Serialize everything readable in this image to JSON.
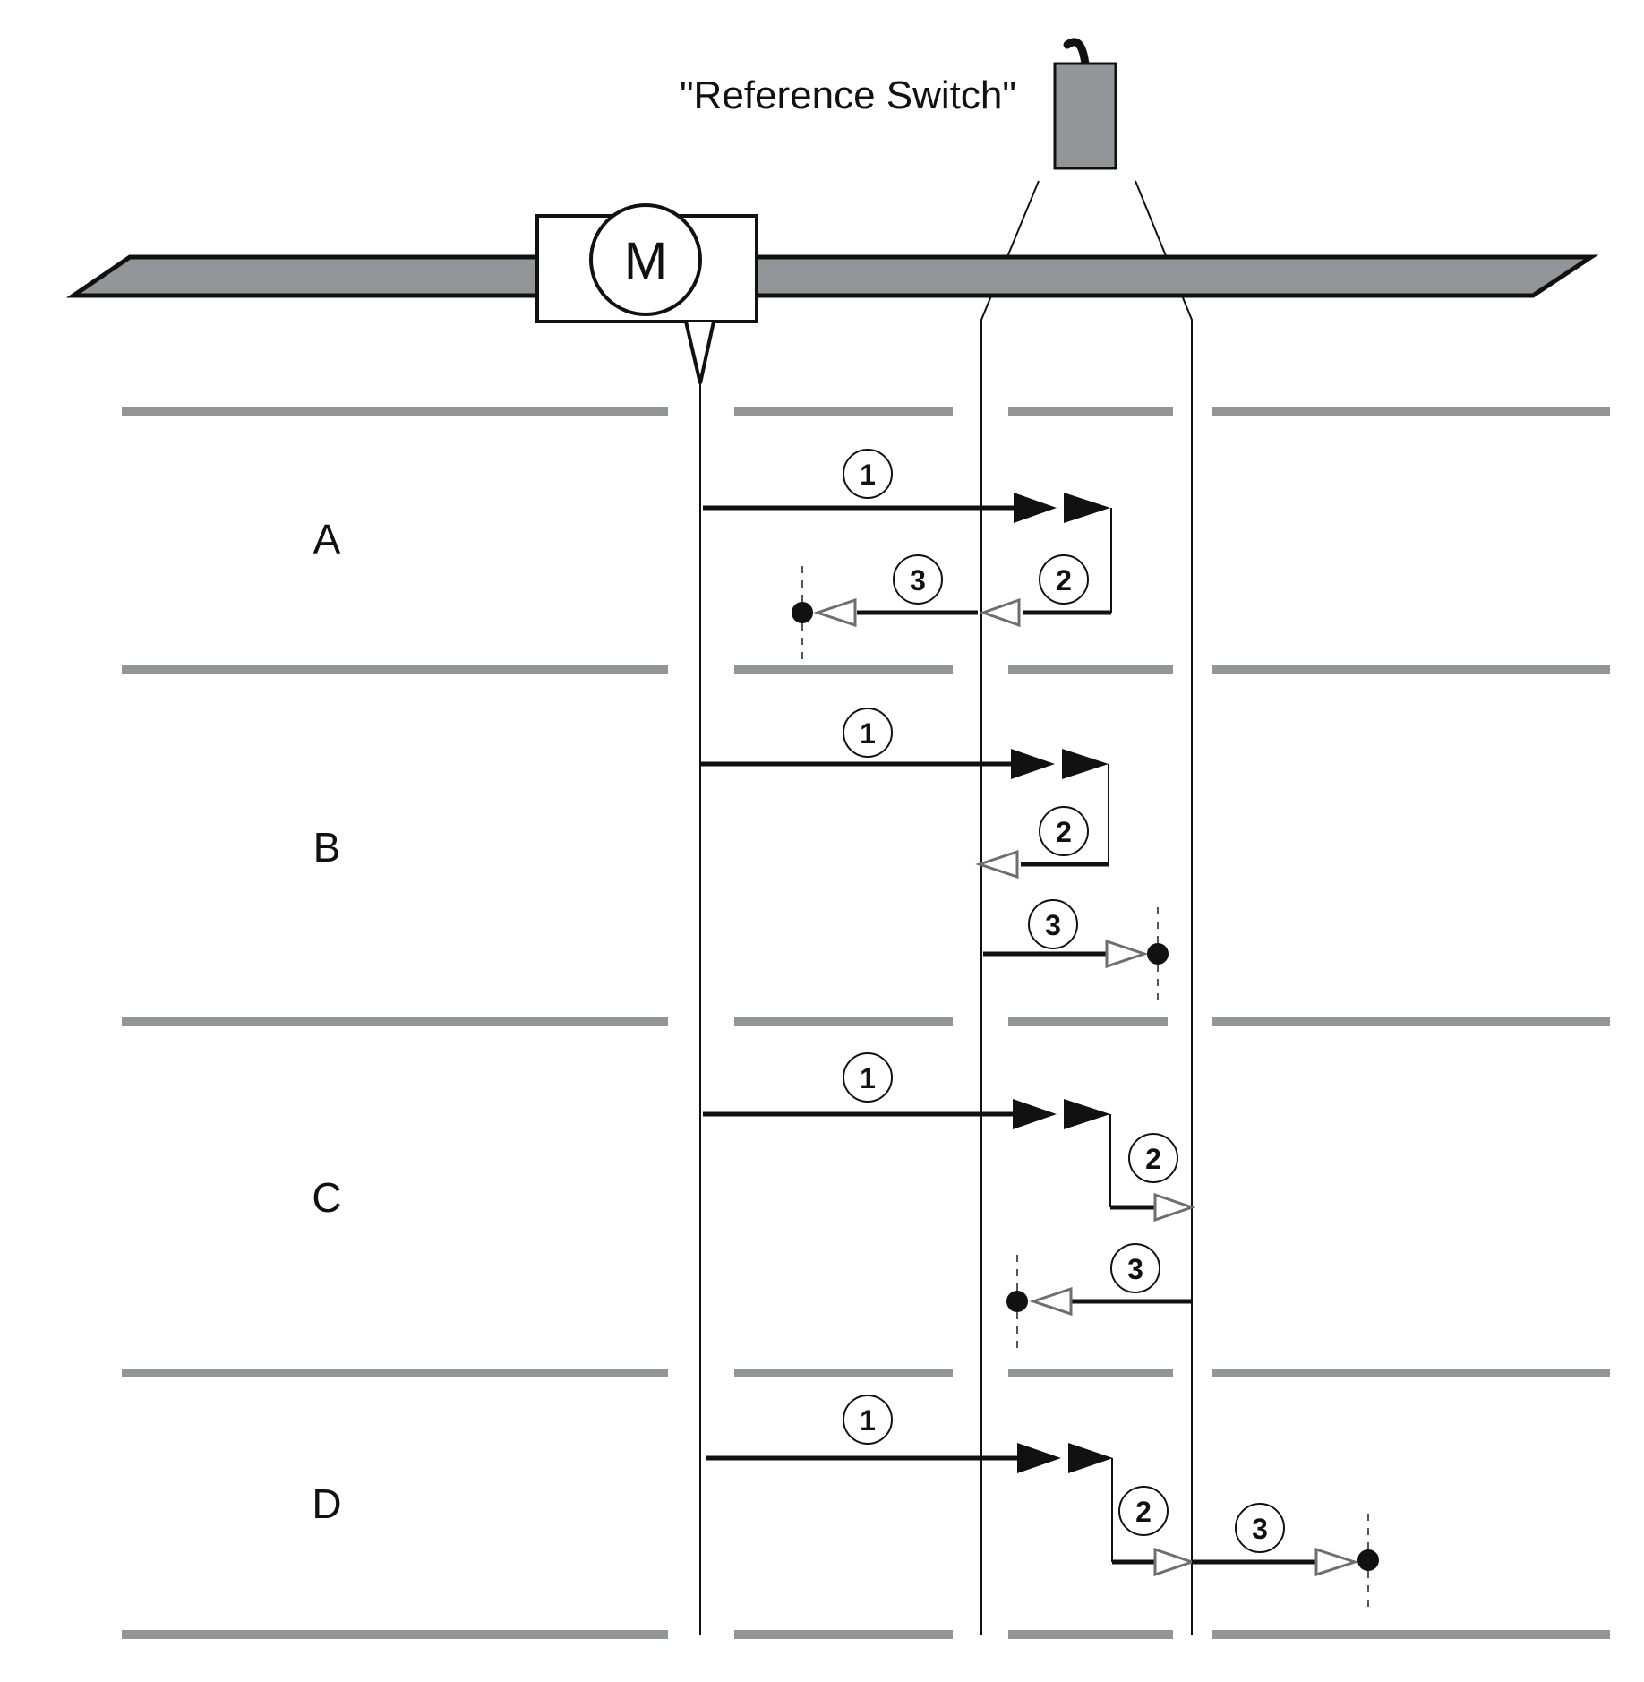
{
  "switch_label": "\"Reference Switch\"",
  "motor_label": "M",
  "rows": [
    {
      "label": "A",
      "steps": [
        "1",
        "2",
        "3"
      ]
    },
    {
      "label": "B",
      "steps": [
        "1",
        "2",
        "3"
      ]
    },
    {
      "label": "C",
      "steps": [
        "1",
        "2",
        "3"
      ]
    },
    {
      "label": "D",
      "steps": [
        "1",
        "2",
        "3"
      ]
    }
  ],
  "colors": {
    "rail": "#939598",
    "ink": "#111111",
    "open_arrow": "#6d6e71",
    "switch": "#939598"
  }
}
